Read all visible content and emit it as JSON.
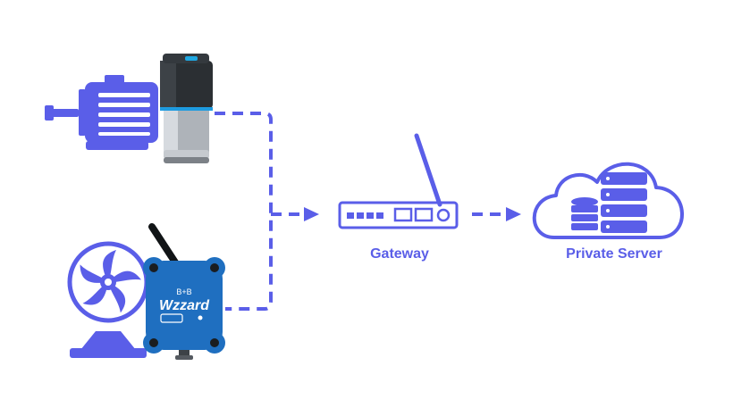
{
  "labels": {
    "gateway": "Gateway",
    "private_server": "Private Server"
  },
  "device": {
    "brand_mark": "B+B",
    "product_name": "Wzzard"
  },
  "icons": [
    "electric-motor-icon",
    "vibration-sensor",
    "fan-icon",
    "wireless-sensor-node",
    "gateway-router-icon",
    "cloud-server-icon",
    "database-icon",
    "server-stack-icon"
  ],
  "colors": {
    "accent": "#5a5ee8",
    "device_blue": "#1f6fc0",
    "sensor_dark": "#2b2f33"
  }
}
